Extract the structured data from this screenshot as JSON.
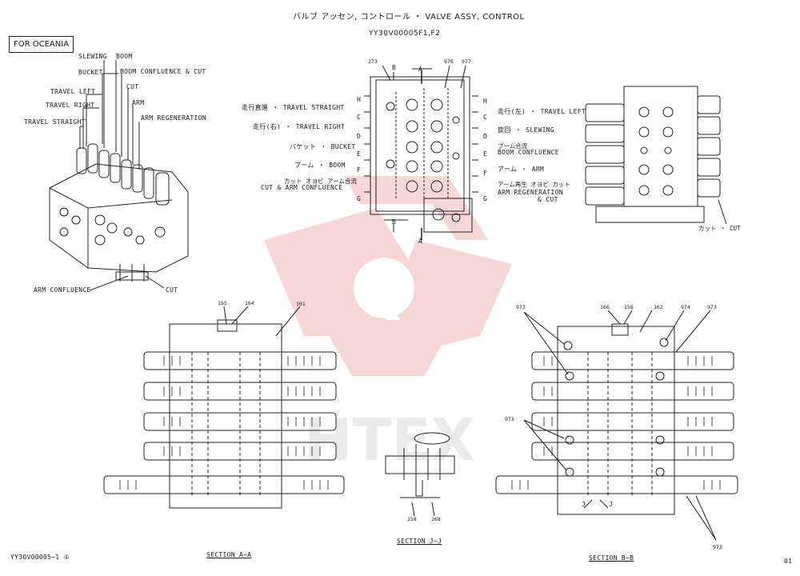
{
  "header": {
    "title": "バルブ アッセン, コントロール ・ VALVE ASSY, CONTROL",
    "model": "YY30V00005F1,F2"
  },
  "region_box": "FOR OCEANIA",
  "iso_labels": {
    "slewing": "SLEWING",
    "boom": "BOOM",
    "bucket": "BUCKET",
    "boom_conf_cut": "BOOM CONFLUENCE & CUT",
    "travel_left": "TRAVEL LEFT",
    "cut": "CUT",
    "travel_right": "TRAVEL RIGHT",
    "arm": "ARM",
    "arm_regeneration": "ARM REGENERATION",
    "travel_straight": "TRAVEL STRAIGHT",
    "arm_confluence": "ARM CONFLUENCE",
    "cut_bottom": "CUT"
  },
  "front_left_labels": [
    "走行直進 ・ TRAVEL STRAIGHT",
    "走行(右) ・ TRAVEL RIGHT",
    "バケット ・ BUCKET",
    "ブーム ・ BOOM",
    "カット オヨビ アーム合流",
    "CUT & ARM CONFLUENCE"
  ],
  "front_right_labels": [
    "走行(左) ・ TRAVEL LEFT",
    "旋回 ・ SLEWING",
    "ブーム合流",
    "BOOM CONFLUENCE",
    "アーム ・ ARM",
    "アーム再生 オヨビ カット",
    "ARM REGENERATION",
    "& CUT"
  ],
  "section_letters_left": [
    "H",
    "C",
    "D",
    "E",
    "F",
    "G"
  ],
  "section_letters_right": [
    "H",
    "C",
    "D",
    "E",
    "F",
    "G"
  ],
  "front_refs": {
    "r273": "273",
    "r976": "976",
    "r977": "977",
    "b_top": "B",
    "a_top": "A",
    "b_bot": "B",
    "a_bot": "A"
  },
  "side_label": "カット ・ CUT",
  "section_aa": {
    "title": "SECTION A−A",
    "r155": "155",
    "r164": "164",
    "r101": "101"
  },
  "section_jj": {
    "title": "SECTION J−J",
    "r158": "158",
    "r168": "168"
  },
  "section_bb": {
    "title": "SECTION B−B",
    "r166": "166",
    "r156": "156",
    "r102": "102",
    "r974": "974",
    "r973a": "973",
    "r973b": "973",
    "r973c": "973",
    "r973d": "973",
    "j_left": "J",
    "j_right": "J"
  },
  "footer": {
    "doc": "YY30V00005−1 ①",
    "page": "01"
  },
  "watermark": "HTEX"
}
